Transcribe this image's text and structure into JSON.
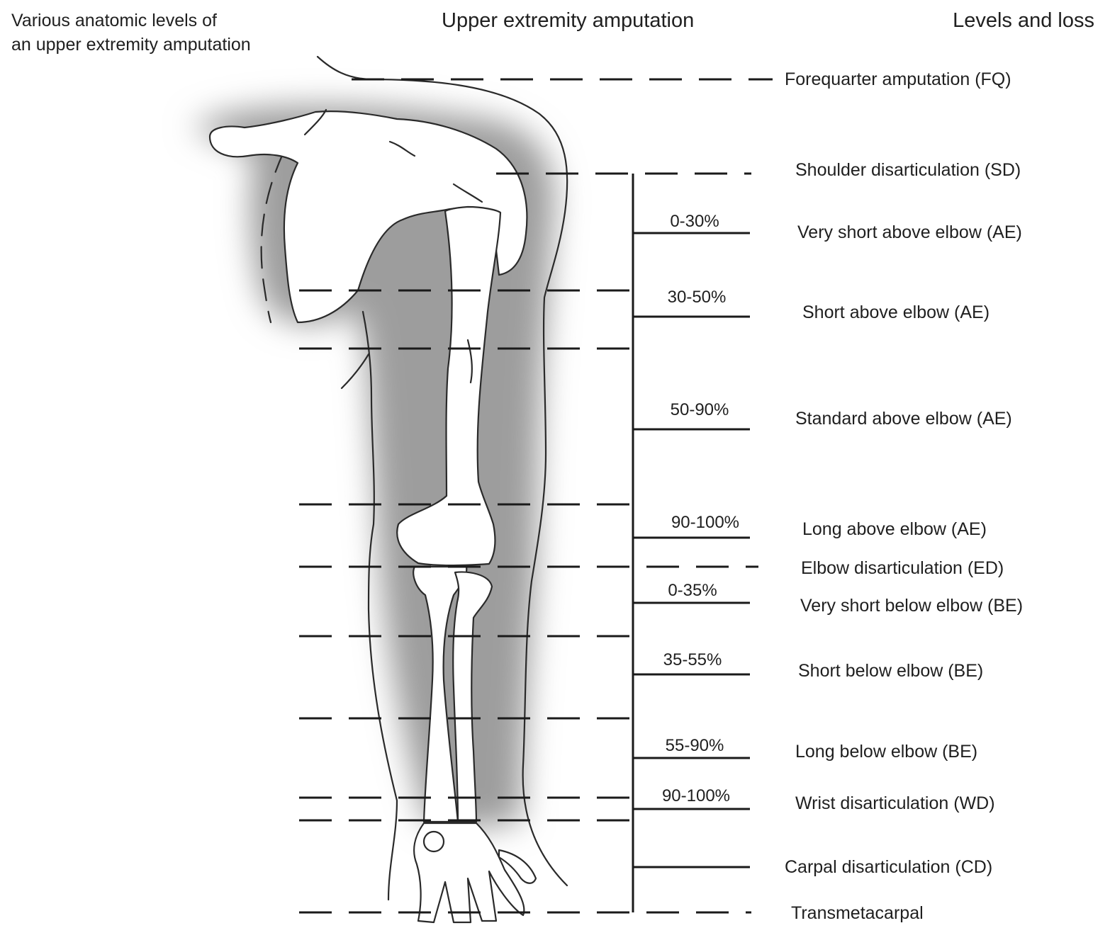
{
  "header": {
    "left_title": "Various  anatomic levels of\nan upper extremity amputation",
    "center_title": "Upper extremity amputation",
    "right_title": "Levels and loss"
  },
  "levels": [
    {
      "label": "Forequarter amputation (FQ)",
      "percent": ""
    },
    {
      "label": "Shoulder disarticulation (SD)",
      "percent": ""
    },
    {
      "label": "Very short above elbow (AE)",
      "percent": "0-30%"
    },
    {
      "label": "Short above elbow (AE)",
      "percent": "30-50%"
    },
    {
      "label": "Standard above elbow (AE)",
      "percent": "50-90%"
    },
    {
      "label": "Long above elbow (AE)",
      "percent": "90-100%"
    },
    {
      "label": "Elbow disarticulation (ED)",
      "percent": ""
    },
    {
      "label": "Very short below elbow (BE)",
      "percent": "0-35%"
    },
    {
      "label": "Short below elbow (BE)",
      "percent": "35-55%"
    },
    {
      "label": "Long below elbow (BE)",
      "percent": "55-90%"
    },
    {
      "label": "Wrist disarticulation (WD)",
      "percent": "90-100%"
    },
    {
      "label": "Carpal disarticulation (CD)",
      "percent": ""
    },
    {
      "label": "Transmetacarpal",
      "percent": ""
    }
  ],
  "colors": {
    "line": "#1a1a1a",
    "shadow": "#9a9a9a",
    "bone_fill": "#ffffff"
  }
}
